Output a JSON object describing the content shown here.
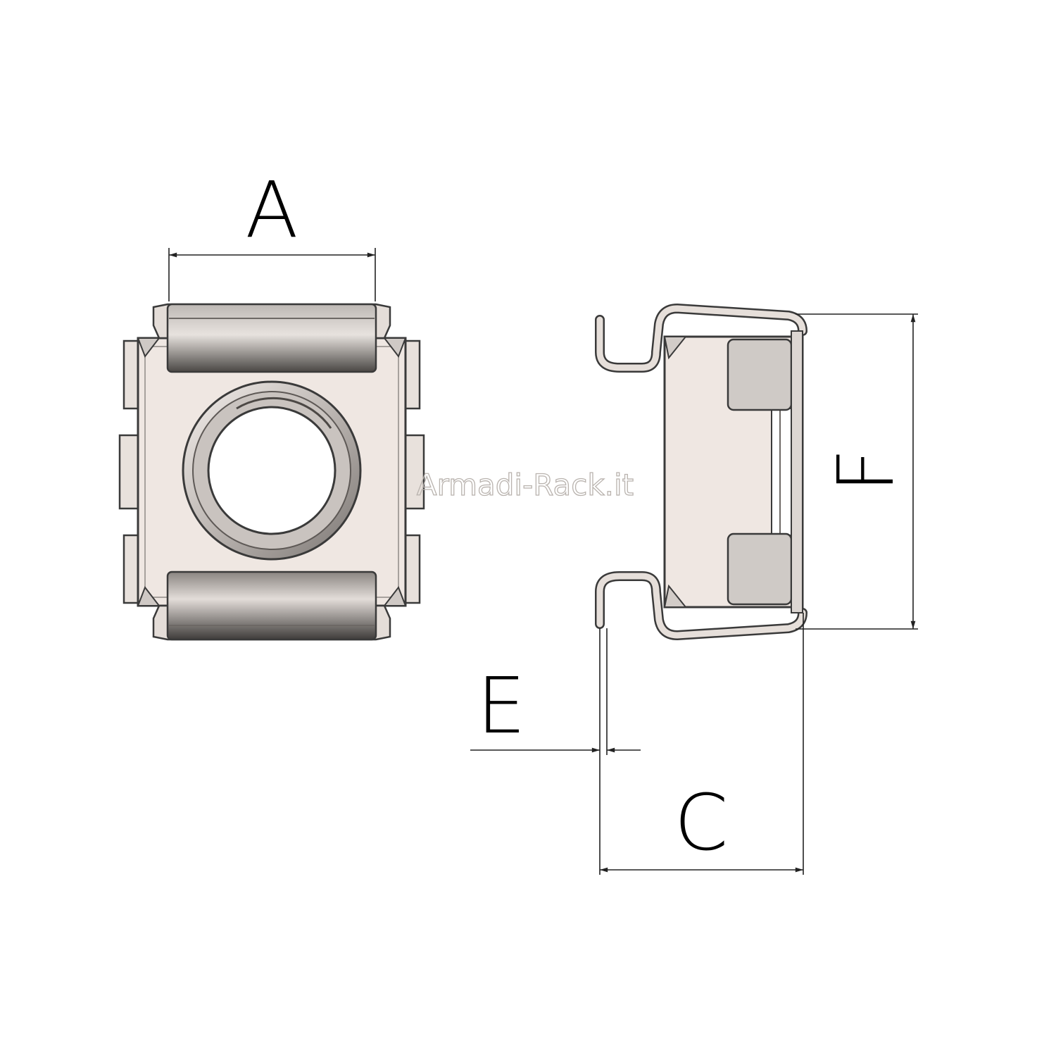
{
  "diagram": {
    "labels": {
      "A": "A",
      "C": "C",
      "E": "E",
      "F": "F"
    },
    "watermark": "Armadi-Rack.it",
    "colors": {
      "body": "#efe7e2",
      "body_shade": "#d6d1cd",
      "outline": "#3a3a3a",
      "pad": "#cfcac6",
      "dimension": "#222222",
      "watermark_stroke": "#b9b3ae"
    }
  }
}
